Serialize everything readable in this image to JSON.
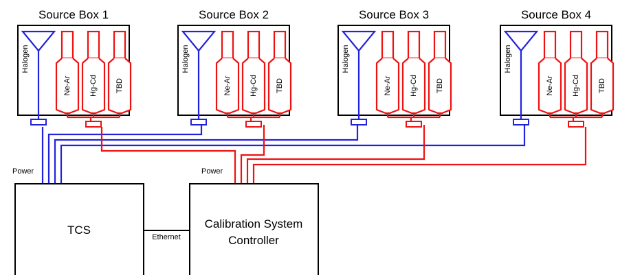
{
  "colors": {
    "lamp_cable": "#ee1111",
    "halogen_cable": "#2222dd",
    "outline": "#000000"
  },
  "source_boxes": [
    {
      "title": "Source Box 1",
      "halogen_label": "Halogen",
      "lamps": [
        "Ne-Ar",
        "Hg-Cd",
        "TBD"
      ]
    },
    {
      "title": "Source Box 2",
      "halogen_label": "Halogen",
      "lamps": [
        "Ne-Ar",
        "Hg-Cd",
        "TBD"
      ]
    },
    {
      "title": "Source Box 3",
      "halogen_label": "Halogen",
      "lamps": [
        "Ne-Ar",
        "Hg-Cd",
        "TBD"
      ]
    },
    {
      "title": "Source Box 4",
      "halogen_label": "Halogen",
      "lamps": [
        "Ne-Ar",
        "Hg-Cd",
        "TBD"
      ]
    }
  ],
  "tcs": {
    "label": "TCS",
    "power_label": "Power"
  },
  "controller": {
    "label_line1": "Calibration System",
    "label_line2": "Controller",
    "power_label": "Power"
  },
  "ethernet_label": "Ethernet"
}
